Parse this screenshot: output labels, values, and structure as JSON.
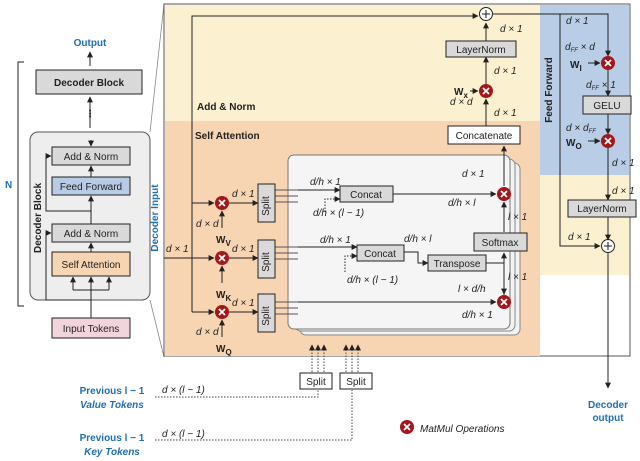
{
  "colors": {
    "accent_blue": "#1f6fb5",
    "matmul": "#a3161a",
    "yellow_bg": "#fbf0cf",
    "orange_bg": "#f7d4b2",
    "blue_bg": "#b9cde6",
    "box_fill": "#d9d9d9",
    "box_blue": "#b7cbe4",
    "box_pink": "#f2d4dd"
  },
  "left": {
    "output": "Output",
    "decoder_block_top": "Decoder Block",
    "decoder_block_side": "Decoder Block",
    "add_norm_top": "Add & Norm",
    "feed_forward": "Feed Forward",
    "add_norm_bottom": "Add & Norm",
    "self_attention": "Self Attention",
    "input_tokens": "Input Tokens",
    "n_label": "N"
  },
  "main": {
    "add_norm_region": "Add & Norm",
    "self_attention_region": "Self Attention",
    "feed_forward_region": "Feed Forward",
    "decoder_input": "Decoder Input",
    "decoder_output_1": "Decoder",
    "decoder_output_2": "output",
    "layernorm_top": "LayerNorm",
    "layernorm_right": "LayerNorm",
    "concatenate": "Concatenate",
    "gelu": "GELU",
    "concat_1": "Concat",
    "concat_2": "Concat",
    "softmax": "Softmax",
    "transpose": "Transpose",
    "split_1": "Split",
    "split_2": "Split",
    "split_3": "Split",
    "split_bottom_1": "Split",
    "split_bottom_2": "Split",
    "w_x": "W",
    "w_x_sub": "x",
    "w_i": "W",
    "w_i_sub": "I",
    "w_o": "W",
    "w_o_sub": "O",
    "w_v": "W",
    "w_v_sub": "V",
    "w_k": "W",
    "w_k_sub": "K",
    "w_q": "W",
    "w_q_sub": "Q",
    "dims": {
      "d1_top_right": "d × 1",
      "dff_d": "d",
      "dff_d_suffix": " × d",
      "dff_1": "d",
      "dff_1_suffix": " × 1",
      "d_dff": "d × d",
      "d_dff_suffix": "FF",
      "d1_wo": "d × 1",
      "d1_ln_right": "d × 1",
      "d1_ln_right_below": "d × 1",
      "d1_top_plus": "d × 1",
      "d1_ln_top": "d × 1",
      "d1_mid_top": "d × 1",
      "dxd_wx": "d × d",
      "d1_concat_top": "d × 1",
      "dh1_a": "d/h × 1",
      "dh_l_a": "d/h × l",
      "dh_l1": "d/h × (l − 1)",
      "dh1_b": "d/h × 1",
      "d_h_l": "d/h × l",
      "l1_a": "l × 1",
      "l1_b": "l × 1",
      "dh_l1_b": "d/h × (l − 1)",
      "l_dh": "l × d/h",
      "dh1_c": "d/h × 1",
      "d1_in_v": "d × 1",
      "dxd_v": "d × d",
      "d1_input": "d × 1",
      "d1_in_k": "d × 1",
      "d1_in_q": "d × 1",
      "dxd_q": "d × d",
      "d_l1_v": "d × (l − 1)",
      "d_l1_k": "d × (l − 1)"
    }
  },
  "bottom": {
    "prev_value_1": "Previous l − 1",
    "prev_value_2": "Value Tokens",
    "prev_key_1": "Previous l − 1",
    "prev_key_2": "Key Tokens",
    "legend": "MatMul Operations"
  }
}
